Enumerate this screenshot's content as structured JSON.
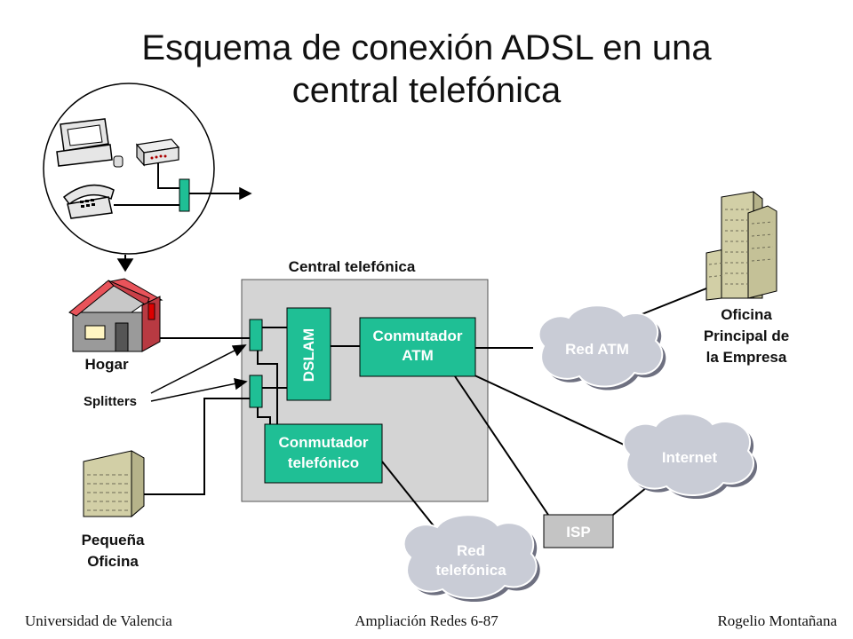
{
  "title": {
    "line1": "Esquema de conexión ADSL en una",
    "line2": "central telefónica"
  },
  "labels": {
    "central": "Central telefónica",
    "hogar": "Hogar",
    "splitters": "Splitters",
    "pequena_oficina_1": "Pequeña",
    "pequena_oficina_2": "Oficina",
    "oficina_principal_1": "Oficina",
    "oficina_principal_2": "Principal de",
    "oficina_principal_3": "la Empresa",
    "dslam": "DSLAM",
    "conmutador_atm_1": "Conmutador",
    "conmutador_atm_2": "ATM",
    "conmutador_tel_1": "Conmutador",
    "conmutador_tel_2": "telefónico",
    "red_atm": "Red ATM",
    "internet": "Internet",
    "isp": "ISP",
    "red_telefonica_1": "Red",
    "red_telefonica_2": "telefónica"
  },
  "footer": {
    "left": "Universidad de Valencia",
    "center": "Ampliación Redes 6-87",
    "right": "Rogelio Montañana"
  },
  "colors": {
    "device_green": "#1fbf95",
    "central_gray": "#d4d4d4",
    "cloud": "#c9ccd6",
    "building": "#d2cfa6",
    "roof": "#e8535a"
  }
}
